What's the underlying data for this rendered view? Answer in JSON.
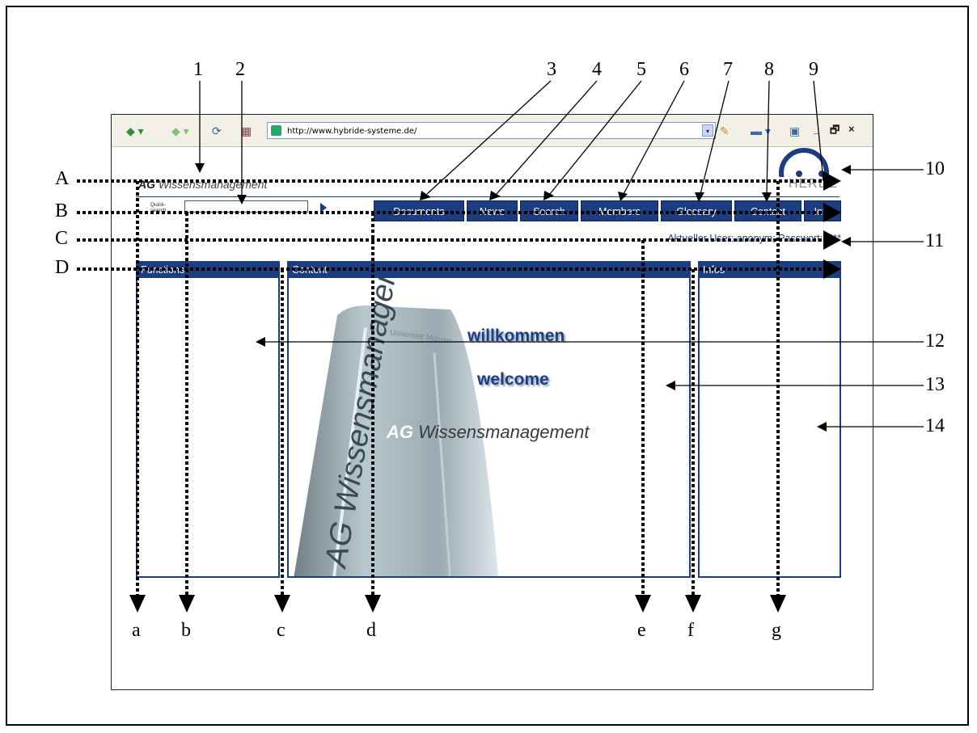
{
  "browser": {
    "url": "http://www.hybride-systeme.de/",
    "window_controls": [
      "_",
      "🗗",
      "×"
    ]
  },
  "site": {
    "title_bold": "AG",
    "title_rest": " Wissensmanagement",
    "logo_text": "HERDE",
    "quick_search_label": "Quick-\nsearch",
    "nav": [
      "Documents",
      "News",
      "Search",
      "Members",
      "Glossary",
      "Contact",
      "Info"
    ],
    "user_status": "Aktueller User: anonym; Passwort: ****",
    "panels": {
      "functions": "Functions",
      "content": "Content",
      "infos": "Infos"
    },
    "hero": {
      "willkommen": "willkommen",
      "welcome": "welcome",
      "brand_bold": "AG",
      "brand_rest": " Wissensmanagement",
      "pillar_text": "AG Wissensmanagement",
      "pillar_small": "Universität Münster"
    }
  },
  "annotations": {
    "numbers": [
      "1",
      "2",
      "3",
      "4",
      "5",
      "6",
      "7",
      "8",
      "9",
      "10",
      "11",
      "12",
      "13",
      "14"
    ],
    "row_letters": [
      "A",
      "B",
      "C",
      "D"
    ],
    "column_letters": [
      "a",
      "b",
      "c",
      "d",
      "e",
      "f",
      "g"
    ]
  },
  "colors": {
    "navy": "#1c3d80",
    "line": "#000000"
  }
}
